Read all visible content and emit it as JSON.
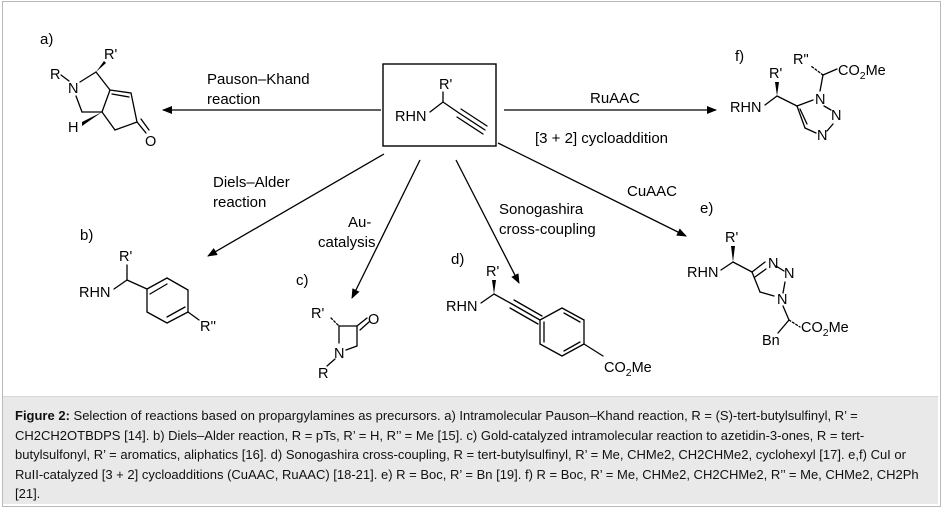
{
  "labels": {
    "a": "a)",
    "b": "b)",
    "c": "c)",
    "d": "d)",
    "e": "e)",
    "f": "f)"
  },
  "reactions": {
    "pauson_khand": [
      "Pauson–Khand",
      "reaction"
    ],
    "diels_alder": [
      "Diels–Alder",
      "reaction"
    ],
    "au_catalysis": [
      "Au-",
      "catalysis"
    ],
    "sonogashira": [
      "Sonogashira",
      "cross-coupling"
    ],
    "cuaac": "CuAAC",
    "ruaac": "RuAAC",
    "cycloaddition": "[3 + 2] cycloaddition"
  },
  "atoms": {
    "R": "R",
    "R_prime": "R'",
    "R_dprime": "R''",
    "R_dprime_f": "R\"",
    "N": "N",
    "H": "H",
    "O": "O",
    "RHN": "RHN",
    "Bn": "Bn",
    "CO2Me": "CO2Me"
  },
  "caption": {
    "label": "Figure 2:",
    "text": "Selection of reactions based on propargylamines as precursors. a) Intramolecular Pauson–Khand reaction, R = (S)-tert-butylsulfinyl, R’ = CH2CH2OTBDPS [14]. b) Diels–Alder reaction, R = pTs, R’ = H, R’’ = Me [15]. c) Gold-catalyzed intramolecular reaction to azetidin-3-ones, R = tert-butylsulfonyl, R’ = aromatics, aliphatics [16]. d) Sonogashira cross-coupling, R = tert-butylsulfinyl, R’ = Me, CHMe2, CH2CHMe2, cyclohexyl [17]. e,f) CuI or RuII-catalyzed [3 + 2] cycloadditions (CuAAC, RuAAC) [18-21]. e) R = Boc, R’ = Bn [19]. f) R = Boc, R’ = Me, CHMe2, CH2CHMe2, R’’ = Me, CHMe2, CH2Ph [21]."
  }
}
